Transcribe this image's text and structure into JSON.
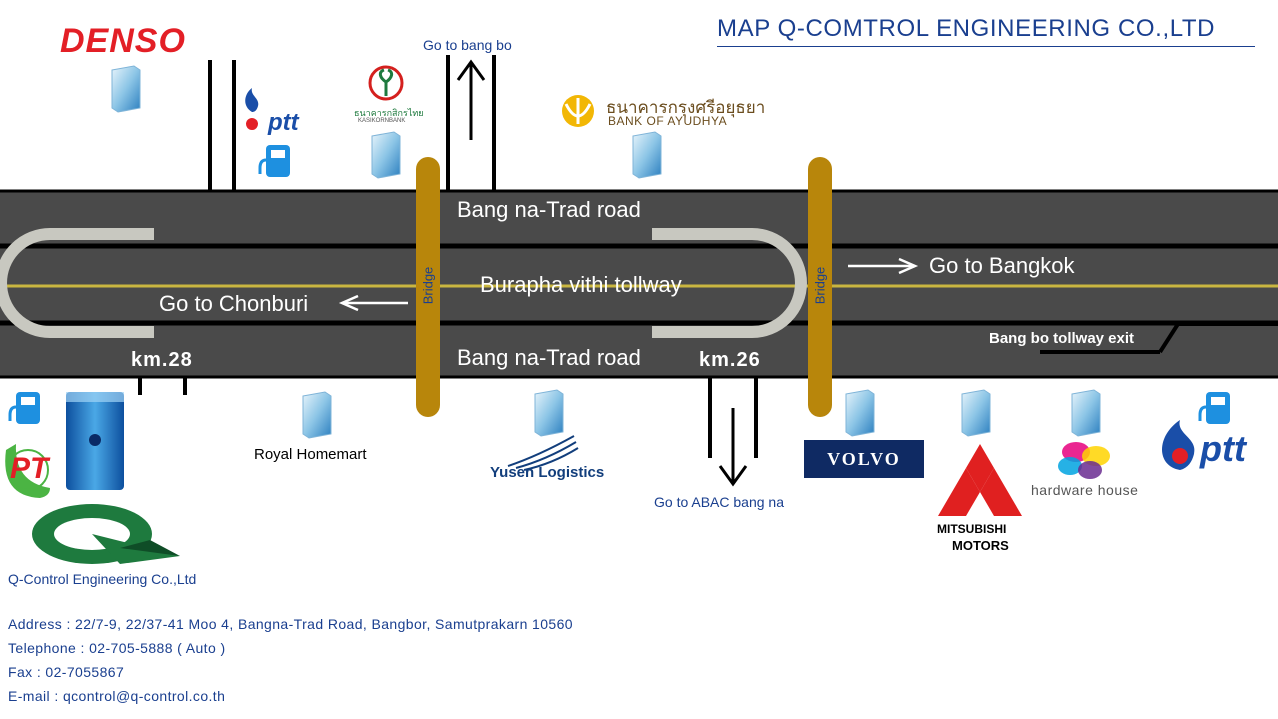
{
  "title": "MAP Q-COMTROL ENGINEERING CO.,LTD",
  "roads": {
    "top_road": "Bang na-Trad road",
    "bottom_road": "Bang na-Trad road",
    "tollway": "Burapha vithi tollway",
    "bridge_left": "Bridge",
    "bridge_right": "Bridge",
    "exit": "Bang bo tollway exit"
  },
  "directions": {
    "bang_bo": "Go to bang bo",
    "chonburi": "Go to Chonburi",
    "bangkok": "Go to Bangkok",
    "abac": "Go to ABAC bang na"
  },
  "km_markers": {
    "left": "km.28",
    "right": "km.26"
  },
  "landmarks": {
    "denso": "DENSO",
    "ptt_top": "ptt",
    "kasikorn_thai": "ธนาคารกสิกรไทย",
    "kasikorn_en": "KASIKORNBANK",
    "ayudhya_thai": "ธนาคารกรุงศรีอยุธยา",
    "ayudhya_en": "BANK OF AYUDHYA",
    "royal_homemart": "Royal Homemart",
    "yusen": "Yusen Logistics",
    "volvo": "VOLVO",
    "mitsubishi_1": "MITSUBISHI",
    "mitsubishi_2": "MOTORS",
    "hardware_house": "hardware house",
    "ptt_bottom": "ptt",
    "pt_logo": "PT"
  },
  "company": {
    "name": "Q-Control Engineering Co.,Ltd",
    "address": "Address : 22/7-9, 22/37-41 Moo 4, Bangna-Trad Road, Bangbor, Samutprakarn 10560",
    "telephone": "Telephone : 02-705-5888 ( Auto )",
    "fax": "Fax : 02-7055867",
    "email": "E-mail : qcontrol@q-control.co.th"
  },
  "colors": {
    "road": "#4a4a4a",
    "tollway_center_line": "#c9b640",
    "bridge": "#b8860b",
    "text_blue": "#1a3f8f",
    "denso_red": "#e31f26",
    "ptt_blue": "#1a4ea8",
    "volvo_navy": "#0f2a63",
    "mitsubishi_red": "#e02020",
    "q_green": "#1e7a3e"
  },
  "icons": [
    "building-icon",
    "gas-pump-icon",
    "arrow-icon",
    "q-logo-icon"
  ]
}
